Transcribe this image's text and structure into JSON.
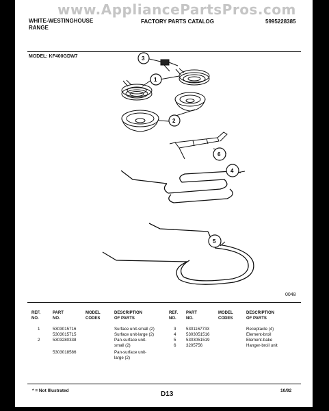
{
  "watermark": "www.AppliancePartsPros.com",
  "header": {
    "brand_line1": "WHITE-WESTINGHOUSE",
    "brand_line2": "RANGE",
    "catalog": "FACTORY PARTS CATALOG",
    "catalog_number": "5995228385"
  },
  "model": "MODEL: KF400GDW7",
  "diagram": {
    "callouts": [
      "1",
      "2",
      "3",
      "4",
      "5",
      "6"
    ],
    "code": "0048"
  },
  "table": {
    "headers": {
      "ref": [
        "REF.",
        "NO."
      ],
      "part": [
        "PART",
        "NO."
      ],
      "model": [
        "MODEL",
        "CODES"
      ],
      "desc": [
        "DESCRIPTION",
        "OF PARTS"
      ]
    },
    "left_rows": [
      {
        "ref": "1",
        "part": "5303015716",
        "desc": "Surface unit-small (2)"
      },
      {
        "ref": "",
        "part": "5303015715",
        "desc": "Surface unit-large (2)"
      },
      {
        "ref": "2",
        "part": "5303280338",
        "desc": "Pan-surface unit-"
      },
      {
        "ref": "",
        "part": "",
        "desc": "small (2)"
      },
      {
        "ref": "",
        "part": "5303018586",
        "desc": "Pan-surface unit-"
      },
      {
        "ref": "",
        "part": "",
        "desc": "large (2)"
      }
    ],
    "right_rows": [
      {
        "ref": "3",
        "part": "5301167733",
        "desc": "Receptacle (4)"
      },
      {
        "ref": "4",
        "part": "5303051516",
        "desc": "Element-broil"
      },
      {
        "ref": "5",
        "part": "5303051519",
        "desc": "Element-bake"
      },
      {
        "ref": "6",
        "part": "3205756",
        "desc": "Hanger-broil unit"
      }
    ]
  },
  "footer": {
    "note": "* = Not Illustrated",
    "page": "D13",
    "date": "10/92"
  }
}
